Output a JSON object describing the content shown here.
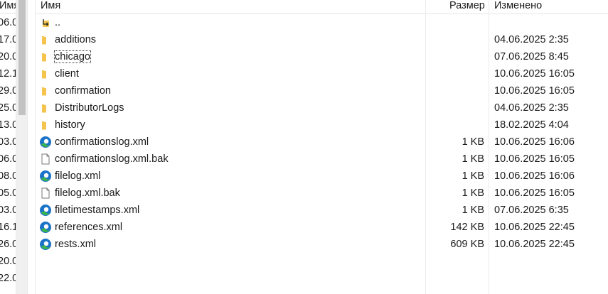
{
  "left_pane": {
    "header": "Имя",
    "rows": [
      "06.0",
      "17.0",
      "20.0",
      "12.1",
      "29.0",
      "25.0",
      "13.0",
      "03.0",
      "06.0",
      "08.0",
      "05.0",
      "03.0",
      "16.1",
      "26.0",
      "20.0",
      "22.0"
    ]
  },
  "columns": {
    "name": "Имя",
    "size": "Размер",
    "modified": "Изменено"
  },
  "files": [
    {
      "icon": "parent-folder-icon",
      "name": "..",
      "size": "",
      "modified": ""
    },
    {
      "icon": "folder-icon",
      "name": "additions",
      "size": "",
      "modified": "04.06.2025 2:35"
    },
    {
      "icon": "folder-icon",
      "name": "chicago",
      "size": "",
      "modified": "07.06.2025 8:45"
    },
    {
      "icon": "folder-icon",
      "name": "client",
      "size": "",
      "modified": "10.06.2025 16:05"
    },
    {
      "icon": "folder-icon",
      "name": "confirmation",
      "size": "",
      "modified": "10.06.2025 16:05"
    },
    {
      "icon": "folder-icon",
      "name": "DistributorLogs",
      "size": "",
      "modified": "04.06.2025 2:35"
    },
    {
      "icon": "folder-icon",
      "name": "history",
      "size": "",
      "modified": "18.02.2025 4:04"
    },
    {
      "icon": "edge-xml-icon",
      "name": "confirmationslog.xml",
      "size": "1 KB",
      "modified": "10.06.2025 16:06"
    },
    {
      "icon": "blank-file-icon",
      "name": "confirmationslog.xml.bak",
      "size": "1 KB",
      "modified": "10.06.2025 16:05"
    },
    {
      "icon": "edge-xml-icon",
      "name": "filelog.xml",
      "size": "1 KB",
      "modified": "10.06.2025 16:06"
    },
    {
      "icon": "blank-file-icon",
      "name": "filelog.xml.bak",
      "size": "1 KB",
      "modified": "10.06.2025 16:05"
    },
    {
      "icon": "edge-xml-icon",
      "name": "filetimestamps.xml",
      "size": "1 KB",
      "modified": "07.06.2025 6:35"
    },
    {
      "icon": "edge-xml-icon",
      "name": "references.xml",
      "size": "142 KB",
      "modified": "10.06.2025 22:45"
    },
    {
      "icon": "edge-xml-icon",
      "name": "rests.xml",
      "size": "609 KB",
      "modified": "10.06.2025 22:45"
    }
  ],
  "focused_item": "chicago",
  "colors": {
    "folder": "#f4c44e",
    "edge_blue": "#1a73c8",
    "edge_green": "#39b54a"
  }
}
